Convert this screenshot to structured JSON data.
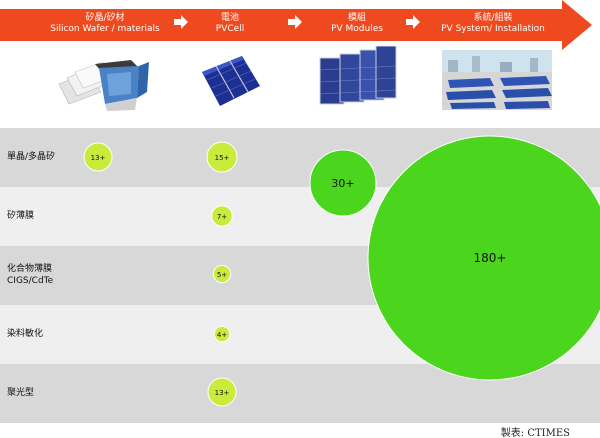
{
  "stages": [
    {
      "zh": "矽晶/矽材",
      "en": "Silicon Wafer / materials"
    },
    {
      "zh": "電池",
      "en": "PVCell"
    },
    {
      "zh": "模組",
      "en": "PV Modules"
    },
    {
      "zh": "系統/組裝",
      "en": "PV System/ Installation"
    }
  ],
  "technologies": [
    {
      "label": "單晶/多晶矽"
    },
    {
      "label": "矽薄膜"
    },
    {
      "label": "化合物薄膜",
      "label2": "CIGS/CdTe"
    },
    {
      "label": "染料敏化"
    },
    {
      "label": "聚光型"
    }
  ],
  "bubbles": [
    {
      "stage": 0,
      "tech": 0,
      "value": 13,
      "label": "13+"
    },
    {
      "stage": 1,
      "tech": 0,
      "value": 15,
      "label": "15+"
    },
    {
      "stage": 1,
      "tech": 1,
      "value": 7,
      "label": "7+"
    },
    {
      "stage": 1,
      "tech": 2,
      "value": 5,
      "label": "5+"
    },
    {
      "stage": 1,
      "tech": 3,
      "value": 4,
      "label": "4+"
    },
    {
      "stage": 1,
      "tech": 4,
      "value": 13,
      "label": "13+"
    },
    {
      "stage": 2,
      "tech": 0,
      "value": 30,
      "label": "30+"
    },
    {
      "stage": 3,
      "tech": 1,
      "value": 180,
      "label": "180+"
    }
  ],
  "credit": "製表: CTIMES",
  "colors": {
    "arrow": "#ef4a1f",
    "bubble_small": "#c9ec3c",
    "bubble_large": "#4bd51c",
    "row_dark": "#d8d8d8",
    "row_light": "#efefef"
  }
}
